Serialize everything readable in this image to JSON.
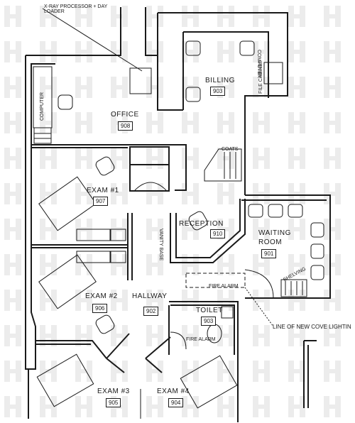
{
  "annotations": {
    "xray": "X-RAY PROCESSOR + DAY LOADER",
    "xray_line1": "X-RAY PROCESSOR + DAY",
    "xray_line2": "LOADER",
    "cove": "LINE OF NEW COVE LIGHTIN",
    "file_cabinet_billing": "FILE CABINET",
    "computer_billing": "COMPUTER",
    "computer_office": "COMPUTER",
    "coats": "COATS",
    "fire_alarm_hall": "FIRE ALARM",
    "fire_alarm_toilet": "FIRE ALARM",
    "shelving": "SHELVING",
    "vanity_base": "VANITY BASE"
  },
  "rooms": {
    "billing": {
      "label": "BILLING",
      "number": "903"
    },
    "office": {
      "label": "OFFICE",
      "number": "908"
    },
    "exam1": {
      "label": "EXAM #1",
      "number": "907"
    },
    "exam2": {
      "label": "EXAM #2",
      "number": "906"
    },
    "exam3": {
      "label": "EXAM #3",
      "number": "905"
    },
    "exam4": {
      "label": "EXAM #4",
      "number": "904"
    },
    "reception": {
      "label": "RECEPTION",
      "number": "910"
    },
    "waiting": {
      "label_line1": "WAITING",
      "label_line2": "ROOM",
      "number": "901"
    },
    "hallway": {
      "label": "HALLWAY",
      "number": "902"
    },
    "toilet": {
      "label": "TOILET",
      "number": "903"
    }
  },
  "colors": {
    "line": "#1a1a1a",
    "paper": "#ffffff",
    "watermark": "#e4e4e4"
  }
}
